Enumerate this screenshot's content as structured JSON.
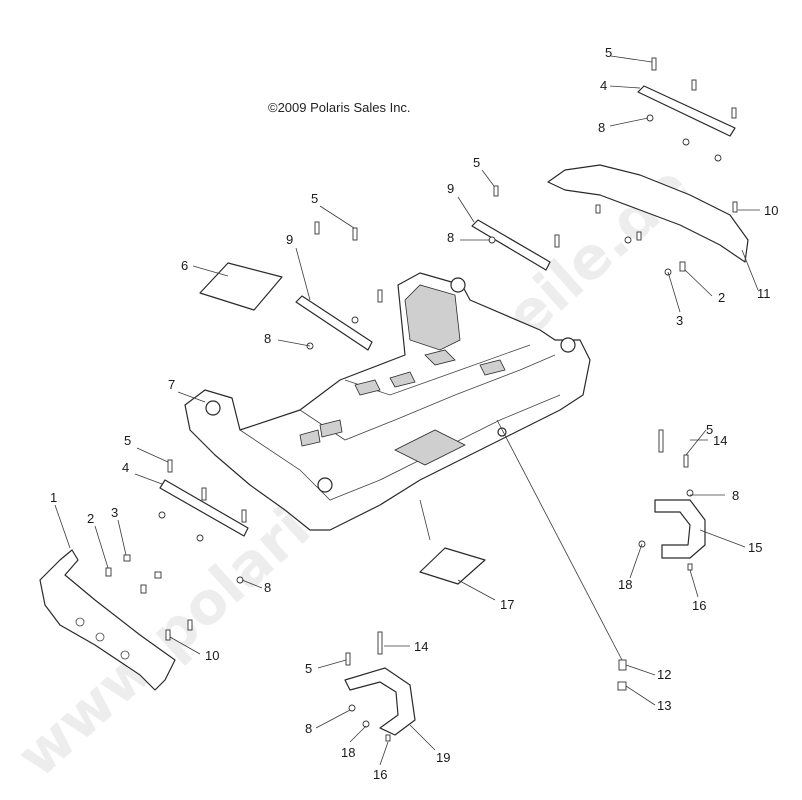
{
  "copyright": "©2009 Polaris Sales Inc.",
  "watermark": "www.polaris-ersatzteile.de",
  "callouts": [
    {
      "id": "c1",
      "text": "1"
    },
    {
      "id": "c2a",
      "text": "2"
    },
    {
      "id": "c2b",
      "text": "2"
    },
    {
      "id": "c3a",
      "text": "3"
    },
    {
      "id": "c3b",
      "text": "3"
    },
    {
      "id": "c4a",
      "text": "4"
    },
    {
      "id": "c4b",
      "text": "4"
    },
    {
      "id": "c5a",
      "text": "5"
    },
    {
      "id": "c5b",
      "text": "5"
    },
    {
      "id": "c5c",
      "text": "5"
    },
    {
      "id": "c5d",
      "text": "5"
    },
    {
      "id": "c5e",
      "text": "5"
    },
    {
      "id": "c5f",
      "text": "5"
    },
    {
      "id": "c6",
      "text": "6"
    },
    {
      "id": "c7",
      "text": "7"
    },
    {
      "id": "c8a",
      "text": "8"
    },
    {
      "id": "c8b",
      "text": "8"
    },
    {
      "id": "c8c",
      "text": "8"
    },
    {
      "id": "c8d",
      "text": "8"
    },
    {
      "id": "c8e",
      "text": "8"
    },
    {
      "id": "c8f",
      "text": "8"
    },
    {
      "id": "c9a",
      "text": "9"
    },
    {
      "id": "c9b",
      "text": "9"
    },
    {
      "id": "c10a",
      "text": "10"
    },
    {
      "id": "c10b",
      "text": "10"
    },
    {
      "id": "c11",
      "text": "11"
    },
    {
      "id": "c12",
      "text": "12"
    },
    {
      "id": "c13",
      "text": "13"
    },
    {
      "id": "c14a",
      "text": "14"
    },
    {
      "id": "c14b",
      "text": "14"
    },
    {
      "id": "c15",
      "text": "15"
    },
    {
      "id": "c16a",
      "text": "16"
    },
    {
      "id": "c16b",
      "text": "16"
    },
    {
      "id": "c17",
      "text": "17"
    },
    {
      "id": "c18a",
      "text": "18"
    },
    {
      "id": "c18b",
      "text": "18"
    },
    {
      "id": "c19",
      "text": "19"
    }
  ]
}
